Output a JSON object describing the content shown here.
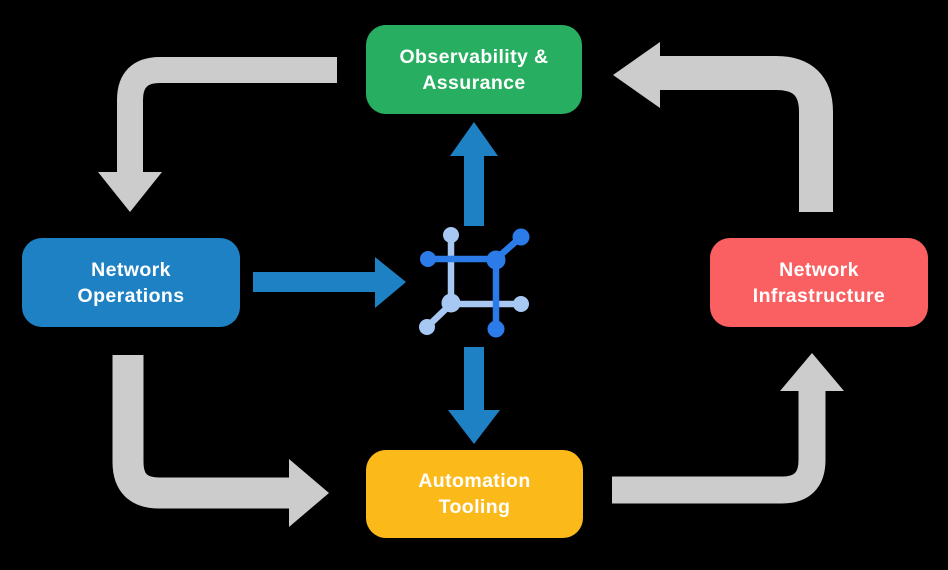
{
  "colors": {
    "background": "#000000",
    "box_text": "#FFFFFF",
    "arrow_gray": "#CCCCCC",
    "arrow_blue": "#1E81C4",
    "icon_dark_blue": "#2B7BE9",
    "icon_light_blue": "#A6C8F3"
  },
  "boxes": {
    "observability": {
      "lines": [
        "Observability &",
        "Assurance"
      ],
      "color": "#27AE60"
    },
    "operations": {
      "lines": [
        "Network",
        "Operations"
      ],
      "color": "#1E81C4"
    },
    "infrastructure": {
      "lines": [
        "Network",
        "Infrastructure"
      ],
      "color": "#FA5F61"
    },
    "automation": {
      "lines": [
        "Automation",
        "Tooling"
      ],
      "color": "#FCBA1A"
    }
  },
  "center_icon": "network-fabric-icon",
  "arrows": [
    {
      "name": "arrow-observability-to-operations",
      "from": "Observability & Assurance",
      "to": "Network Operations",
      "color": "#CCCCCC"
    },
    {
      "name": "arrow-operations-to-automation",
      "from": "Network Operations",
      "to": "Automation Tooling",
      "color": "#CCCCCC"
    },
    {
      "name": "arrow-automation-to-infrastructure",
      "from": "Automation Tooling",
      "to": "Network Infrastructure",
      "color": "#CCCCCC"
    },
    {
      "name": "arrow-infrastructure-to-observability",
      "from": "Network Infrastructure",
      "to": "Observability & Assurance",
      "color": "#CCCCCC"
    },
    {
      "name": "arrow-operations-to-hub",
      "from": "Network Operations",
      "to": "center hub",
      "color": "#1E81C4"
    },
    {
      "name": "arrow-hub-to-observability",
      "from": "center hub",
      "to": "Observability & Assurance",
      "color": "#1E81C4"
    },
    {
      "name": "arrow-hub-to-automation",
      "from": "center hub",
      "to": "Automation Tooling",
      "color": "#1E81C4"
    }
  ]
}
